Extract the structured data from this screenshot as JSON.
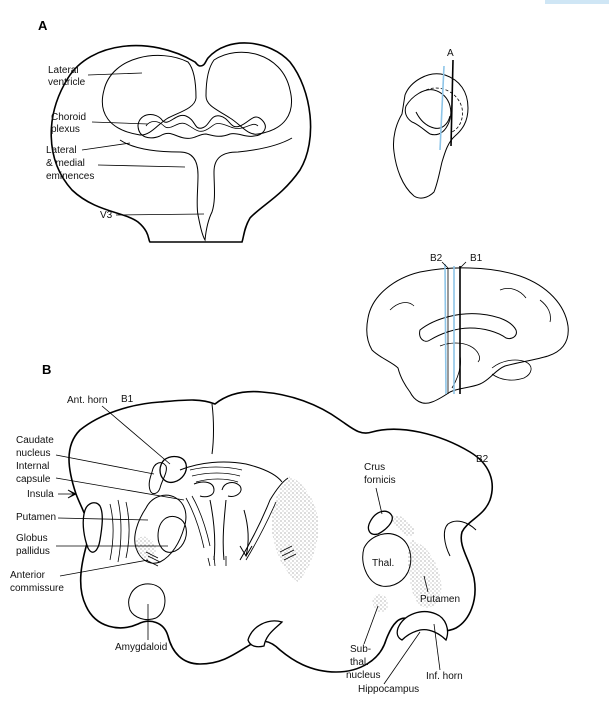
{
  "panels": {
    "a": "A",
    "b": "B"
  },
  "labels_a": {
    "lateral_ventricle": [
      "Lateral",
      "ventricle"
    ],
    "choroid_plexus": [
      "Choroid",
      "plexus"
    ],
    "eminences": [
      "Lateral",
      "& medial",
      "eminences"
    ],
    "v3": "V3"
  },
  "brain_top": {
    "plane": "A"
  },
  "brain_mid": {
    "plane_b2": "B2",
    "plane_b1": "B1"
  },
  "labels_b": {
    "b1": "B1",
    "b2": "B2",
    "ant_horn": "Ant. horn",
    "caudate_nucleus": [
      "Caudate",
      "nucleus"
    ],
    "internal_capsule": [
      "Internal",
      "capsule"
    ],
    "insula": "Insula",
    "putamen_left": "Putamen",
    "globus_pallidus": [
      "Globus",
      "pallidus"
    ],
    "anterior_commissure": [
      "Anterior",
      "commissure"
    ],
    "amygdaloid": "Amygdaloid",
    "crus_fornicis": [
      "Crus",
      "fornicis"
    ],
    "thal": "Thal.",
    "putamen_right": "Putamen",
    "subthal_nucleus": [
      "Sub-",
      "thal.",
      "nucleus"
    ],
    "inf_horn": "Inf. horn",
    "hippocampus": "Hippocampus"
  },
  "colors": {
    "plane_line": "#8ec5e8",
    "ink": "#000000"
  }
}
